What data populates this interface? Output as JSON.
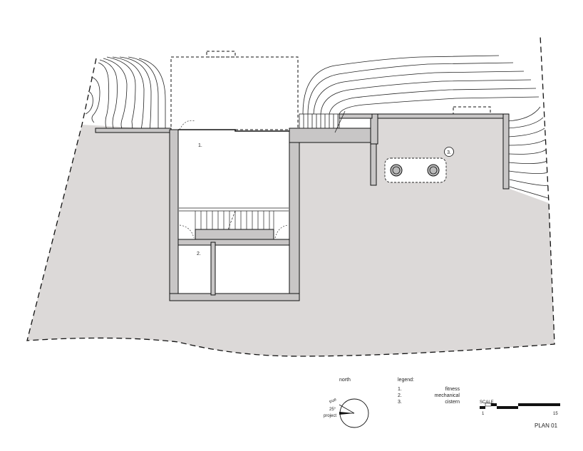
{
  "rooms": [
    {
      "number": "1."
    },
    {
      "number": "2."
    },
    {
      "number": "3."
    }
  ],
  "north": {
    "heading": "north",
    "true_label": "true",
    "angle_label": "25°",
    "project_label": "project"
  },
  "legend": {
    "heading": "legend:",
    "items": [
      {
        "number": "1.",
        "label": "fitness"
      },
      {
        "number": "2.",
        "label": "mechanical"
      },
      {
        "number": "3.",
        "label": "cistern"
      }
    ]
  },
  "scale": {
    "label": "SCALE",
    "start": "1",
    "end": "15"
  },
  "plan_title": "PLAN 01",
  "colors": {
    "ground": "#dcd9d8",
    "wall": "#c8c6c6",
    "line": "#111111"
  }
}
